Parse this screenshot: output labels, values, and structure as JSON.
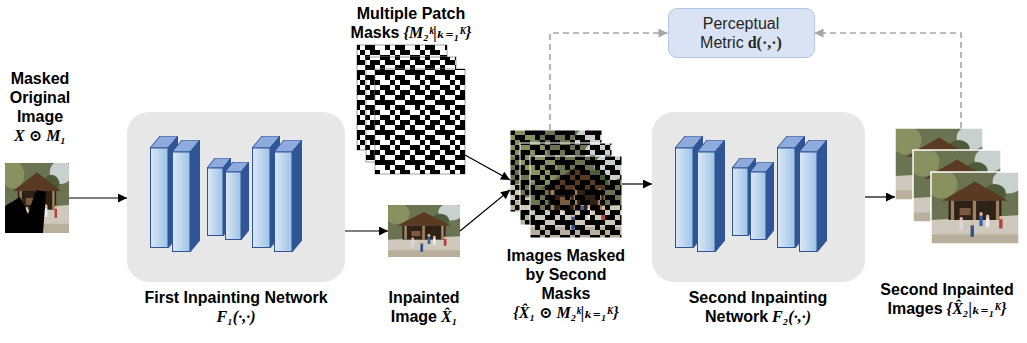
{
  "diagram": {
    "nodes": [
      {
        "text": [
          "Masked Original Image",
          "X ⊙ M₁"
        ]
      },
      {
        "text": [
          "First Inpainting Network",
          "F₁(·,·)"
        ]
      },
      {
        "text": [
          "Multiple Patch Masks",
          "{M₂ᵏ|ₖ₌₁ᴷ}"
        ]
      },
      {
        "text": [
          "Inpainted Image",
          "X̂₁"
        ]
      },
      {
        "text": [
          "Images Masked by Second Masks",
          "{X̂₁ ⊙ M₂ᵏ|ₖ₌₁ᴷ}"
        ]
      },
      {
        "text": [
          "Second Inpainting Network",
          "F₂(·,·)"
        ]
      },
      {
        "text": [
          "Second Inpainted Images",
          "{X̂₂|ₖ₌₁ᴷ}"
        ]
      },
      {
        "text": [
          "Perceptual Metric",
          "d(·,·)"
        ]
      }
    ],
    "edges": [
      {
        "from": 0,
        "to": 1,
        "arrow": "to"
      },
      {
        "from": 1,
        "to": 3,
        "arrow": "to"
      },
      {
        "from": 2,
        "to": 4,
        "arrow": "to"
      },
      {
        "from": 3,
        "to": 4,
        "arrow": "to"
      },
      {
        "from": 4,
        "to": 5,
        "arrow": "to"
      },
      {
        "from": 5,
        "to": 6,
        "arrow": "to"
      },
      {
        "from": 4,
        "to": 7,
        "arrow": "to"
      },
      {
        "from": 6,
        "to": 7,
        "arrow": "to"
      }
    ]
  }
}
